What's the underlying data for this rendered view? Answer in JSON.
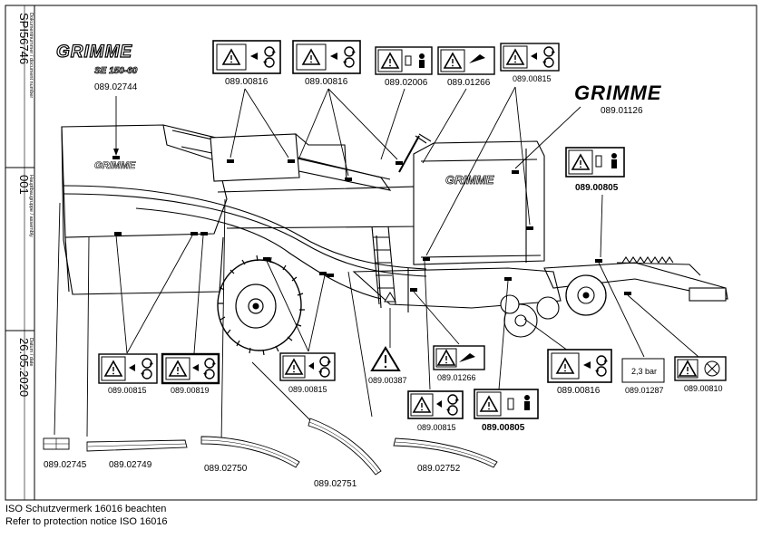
{
  "title_block": {
    "doc_number": "SPI56746",
    "doc_number_label": "Dokumentnummer / document number",
    "assembly": "001",
    "assembly_label": "Hauptbaugruppe / assembly",
    "date": "26.05.2020",
    "date_label": "Datum / date"
  },
  "logos": {
    "brand": "GRIMME",
    "model": "SE 150-60"
  },
  "top_labels": [
    {
      "id": "089.02744"
    },
    {
      "id": "089.00816"
    },
    {
      "id": "089.00816"
    },
    {
      "id": "089.02006"
    },
    {
      "id": "089.01266"
    },
    {
      "id": "089.00815"
    },
    {
      "id": "089.01126"
    },
    {
      "id": "089.00805"
    }
  ],
  "bottom_labels": [
    {
      "id": "089.00815"
    },
    {
      "id": "089.00819"
    },
    {
      "id": "089.00815"
    },
    {
      "id": "089.00387"
    },
    {
      "id": "089.01266"
    },
    {
      "id": "089.00815"
    },
    {
      "id": "089.00805"
    },
    {
      "id": "089.00816"
    },
    {
      "id": "089.01287",
      "text": "2,3 bar"
    },
    {
      "id": "089.00810"
    }
  ],
  "strips": [
    {
      "id": "089.02745"
    },
    {
      "id": "089.02749"
    },
    {
      "id": "089.02750"
    },
    {
      "id": "089.02751"
    },
    {
      "id": "089.02752"
    }
  ],
  "footer": {
    "line1": "ISO Schutzvermerk 16016 beachten",
    "line2": "Refer to protection notice ISO 16016"
  }
}
